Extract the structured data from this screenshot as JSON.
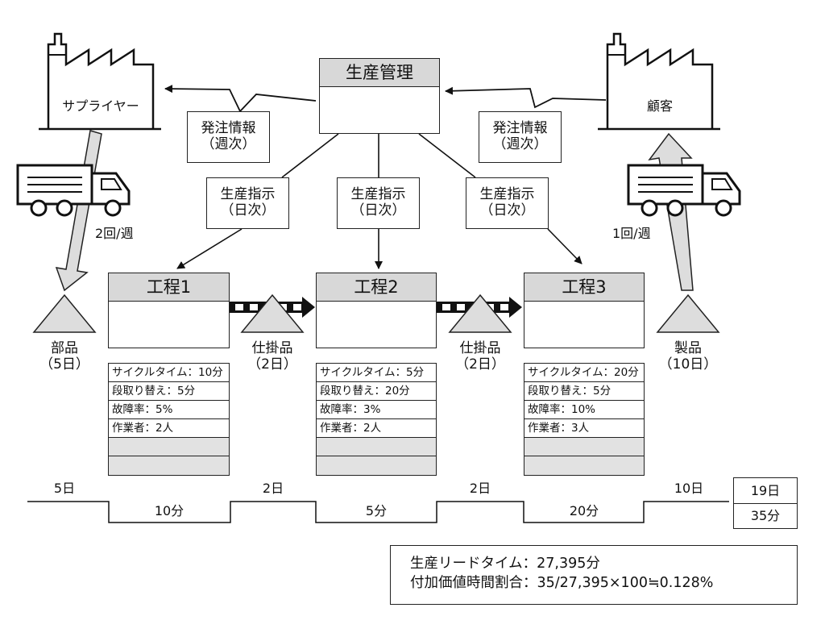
{
  "supplier": {
    "label": "サプライヤー"
  },
  "customer": {
    "label": "顧客"
  },
  "control": {
    "title": "生産管理"
  },
  "order_left": {
    "line1": "発注情報",
    "line2": "（週次）"
  },
  "order_right": {
    "line1": "発注情報",
    "line2": "（週次）"
  },
  "instructions": [
    {
      "line1": "生産指示",
      "line2": "（日次）"
    },
    {
      "line1": "生産指示",
      "line2": "（日次）"
    },
    {
      "line1": "生産指示",
      "line2": "（日次）"
    }
  ],
  "delivery_in": "2回/週",
  "delivery_out": "1回/週",
  "processes": [
    {
      "title": "工程1",
      "rows": [
        "サイクルタイム：10分",
        "段取り替え：5分",
        "故障率：5%",
        "作業者：2人"
      ]
    },
    {
      "title": "工程2",
      "rows": [
        "サイクルタイム：5分",
        "段取り替え：20分",
        "故障率：3%",
        "作業者：2人"
      ]
    },
    {
      "title": "工程3",
      "rows": [
        "サイクルタイム：20分",
        "段取り替え：5分",
        "故障率：10%",
        "作業者：3人"
      ]
    }
  ],
  "inventories": [
    {
      "line1": "部品",
      "line2": "（5日）"
    },
    {
      "line1": "仕掛品",
      "line2": "（2日）"
    },
    {
      "line1": "仕掛品",
      "line2": "（2日）"
    },
    {
      "line1": "製品",
      "line2": "（10日）"
    }
  ],
  "timeline": {
    "wait": [
      "5日",
      "2日",
      "2日",
      "10日"
    ],
    "process": [
      "10分",
      "5分",
      "20分"
    ],
    "total_days": "19日",
    "total_minutes": "35分"
  },
  "summary": {
    "lead_time": "生産リードタイム：27,395分",
    "ratio": "付加価値時間割合：35/27,395×100≒0.128%"
  }
}
